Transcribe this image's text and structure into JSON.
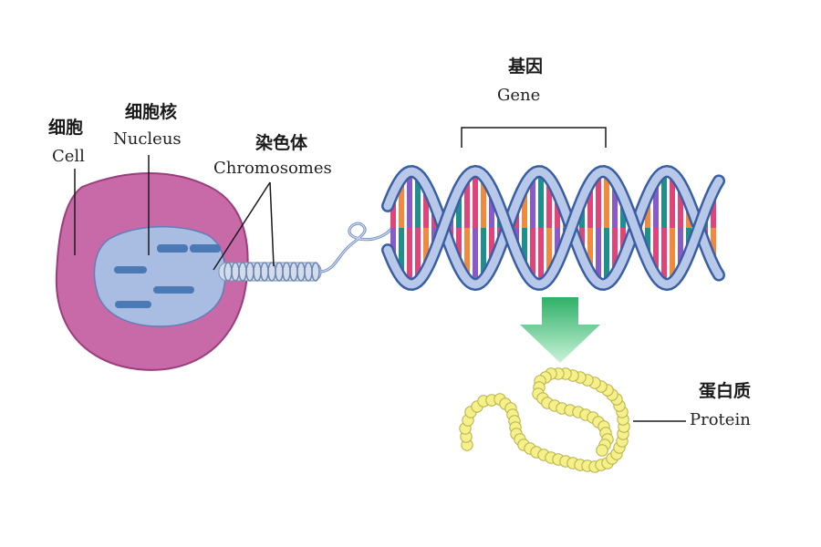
{
  "labels": {
    "cell_zh": "细胞",
    "cell_en": "Cell",
    "nucleus_zh": "细胞核",
    "nucleus_en": "Nucleus",
    "chromosomes_zh": "染色体",
    "chromosomes_en": "Chromosomes",
    "gene_zh": "基因",
    "gene_en": "Gene",
    "protein_zh": "蛋白质",
    "protein_en": "Protein"
  },
  "colors": {
    "cell_fill": "#c86aa8",
    "cell_stroke": "#9a3d7c",
    "nucleus_fill": "#a9bde3",
    "nucleus_stroke": "#5f7fb8",
    "chromatin": "#4a79b6",
    "coil": "#b8c8e0",
    "helix_backbone": "#b7c8e8",
    "helix_edge": "#3a5ea5",
    "base_colors": [
      "#e0457a",
      "#f08a3c",
      "#8a5ac8",
      "#1e8f8f",
      "#e0457a"
    ],
    "arrow_top": "#2fb067",
    "arrow_bottom": "#bff0d2",
    "protein_bead": "#f5f08a",
    "protein_stroke": "#b8b04a"
  },
  "icons": [
    "cell-icon",
    "nucleus-icon",
    "chromosome-coil-icon",
    "dna-helix-icon",
    "down-arrow-icon",
    "protein-chain-icon"
  ]
}
